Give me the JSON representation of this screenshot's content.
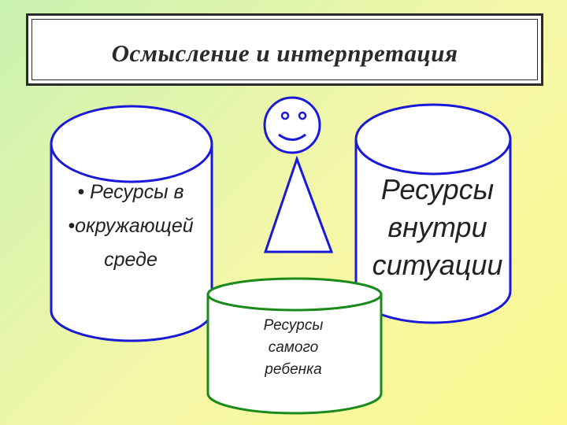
{
  "title": "Осмысление и интерпретация",
  "cylinders": {
    "environment": {
      "lines": [
        "• Ресурсы в",
        "•окружающей",
        "среде"
      ]
    },
    "situation": {
      "lines": [
        "Ресурсы",
        "внутри",
        "ситуации"
      ]
    },
    "child": {
      "lines": [
        "Ресурсы",
        "самого",
        "ребенка"
      ]
    }
  },
  "colors": {
    "outline": "#1a1ad6",
    "child_outline": "#1a8a1a",
    "title_border": "#2b2b2b",
    "background_start": "#c9f2b0",
    "background_end": "#fbf98f"
  },
  "icons": [
    "smiley-face-icon",
    "triangle-body-icon"
  ]
}
